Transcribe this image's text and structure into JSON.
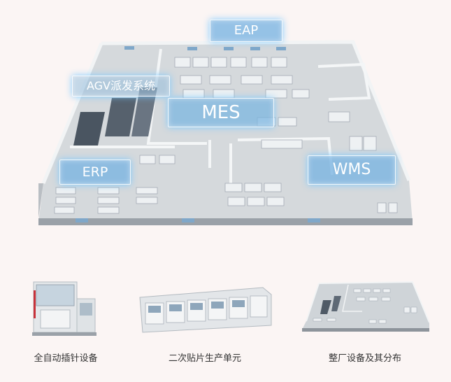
{
  "systems": {
    "eap": "EAP",
    "agv": "AGV派发系统",
    "mes": "MES",
    "erp": "ERP",
    "wms": "WMS"
  },
  "captions": [
    "全自动插针设备",
    "二次贴片生产单元",
    "整厂设备及其分布"
  ],
  "colors": {
    "background": "#fbf5f4",
    "label_glow": "#78c8ff",
    "floor": "#d9dde0",
    "wall": "#eef0f2"
  }
}
